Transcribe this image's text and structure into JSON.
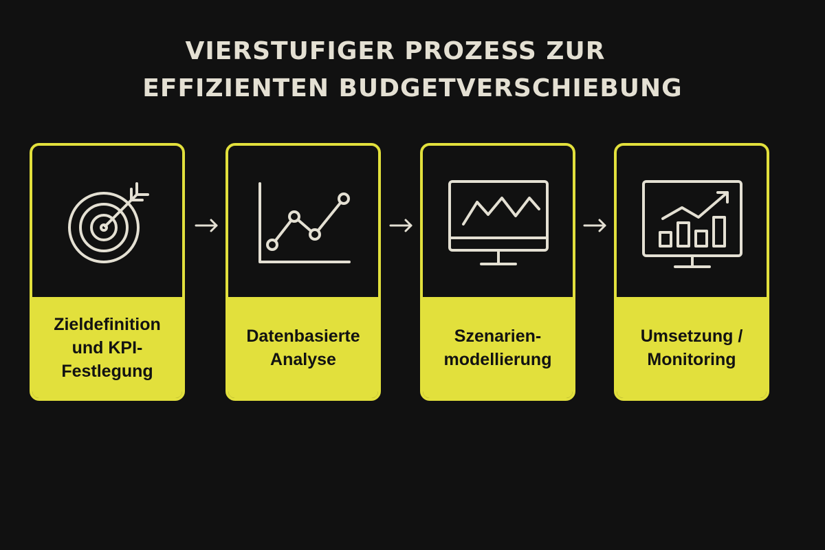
{
  "title": {
    "line1": "VIERSTUFIGER PROZESS ZUR",
    "line2": "EFFIZIENTEN BUDGETVERSCHIEBUNG"
  },
  "steps": [
    {
      "icon": "target-arrow-icon",
      "label_lines": [
        "Zieldefinition",
        "und KPI-",
        "Festlegung"
      ]
    },
    {
      "icon": "line-chart-icon",
      "label_lines": [
        "Datenbasierte",
        "Analyse"
      ]
    },
    {
      "icon": "monitor-wave-chart-icon",
      "label_lines": [
        "Szenarien-",
        "modellierung"
      ]
    },
    {
      "icon": "monitor-bar-trend-icon",
      "label_lines": [
        "Umsetzung /",
        "Monitoring"
      ]
    }
  ],
  "colors": {
    "background": "#111111",
    "accent": "#e2e03c",
    "line": "#e4e0d3",
    "label_text": "#121212"
  }
}
